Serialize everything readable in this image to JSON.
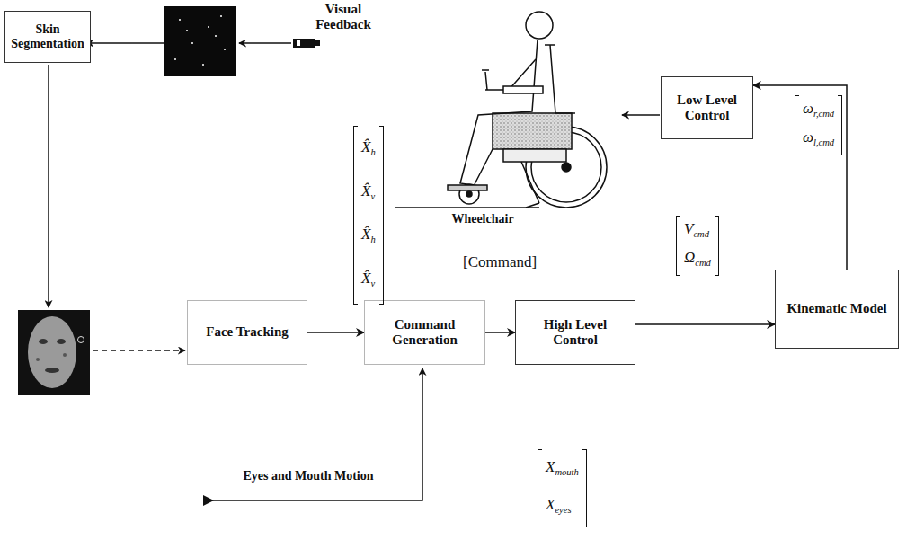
{
  "diagram": {
    "nodes": [
      {
        "text": [
          "Skin Segmentation"
        ]
      },
      {
        "text": [
          "Low Level Control"
        ]
      },
      {
        "text": [
          "Face Tracking"
        ]
      },
      {
        "text": [
          "Command Generation"
        ]
      },
      {
        "text": [
          "High Level Control"
        ]
      },
      {
        "text": [
          "Kinematic Model"
        ]
      }
    ],
    "edges": [
      {
        "from": 2,
        "to": 3,
        "arrow": "to"
      },
      {
        "from": 3,
        "to": 4,
        "label": "[Command]",
        "arrow": "to"
      },
      {
        "from": 4,
        "to": 5,
        "arrow": "to"
      },
      {
        "from": 5,
        "to": 1,
        "arrow": "to"
      }
    ],
    "labels": [
      "Visual Feedback",
      "Wheelchair",
      "X̂",
      "h",
      "X̂",
      "v",
      "X̂",
      "h",
      "X̂",
      "v",
      "ω",
      "r,cmd",
      "ω",
      "l,cmd",
      "V",
      "cmd",
      "Ω",
      "cmd",
      "X",
      "mouth",
      "X",
      "eyes",
      "Eyes and Mouth Motion"
    ]
  }
}
